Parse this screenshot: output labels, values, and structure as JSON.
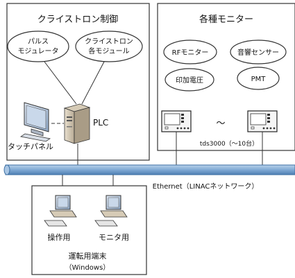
{
  "klystron_panel": {
    "title": "クライストロン制御",
    "ellipse_left": [
      "パルス",
      "モジュレータ"
    ],
    "ellipse_right": [
      "クライストロン",
      "各モジュール"
    ],
    "plc": "PLC",
    "touch_panel": "タッチパネル"
  },
  "monitor_panel": {
    "title": "各種モニター",
    "ellipses": [
      "RFモニター",
      "音響センサー",
      "印加電圧",
      "PMT"
    ],
    "tilde": "〜",
    "scope_caption": "tds3000（〜10台）"
  },
  "network": {
    "label": "Ethernet（LINACネットワーク）"
  },
  "operation_panel": {
    "pc_left": "操作用",
    "pc_right": "モニタ用",
    "title": "運転用端末",
    "subtitle": "（Windows）"
  },
  "colors": {
    "bus_fill": "#7fa9d4",
    "bus_stroke": "#3c6fa3"
  }
}
